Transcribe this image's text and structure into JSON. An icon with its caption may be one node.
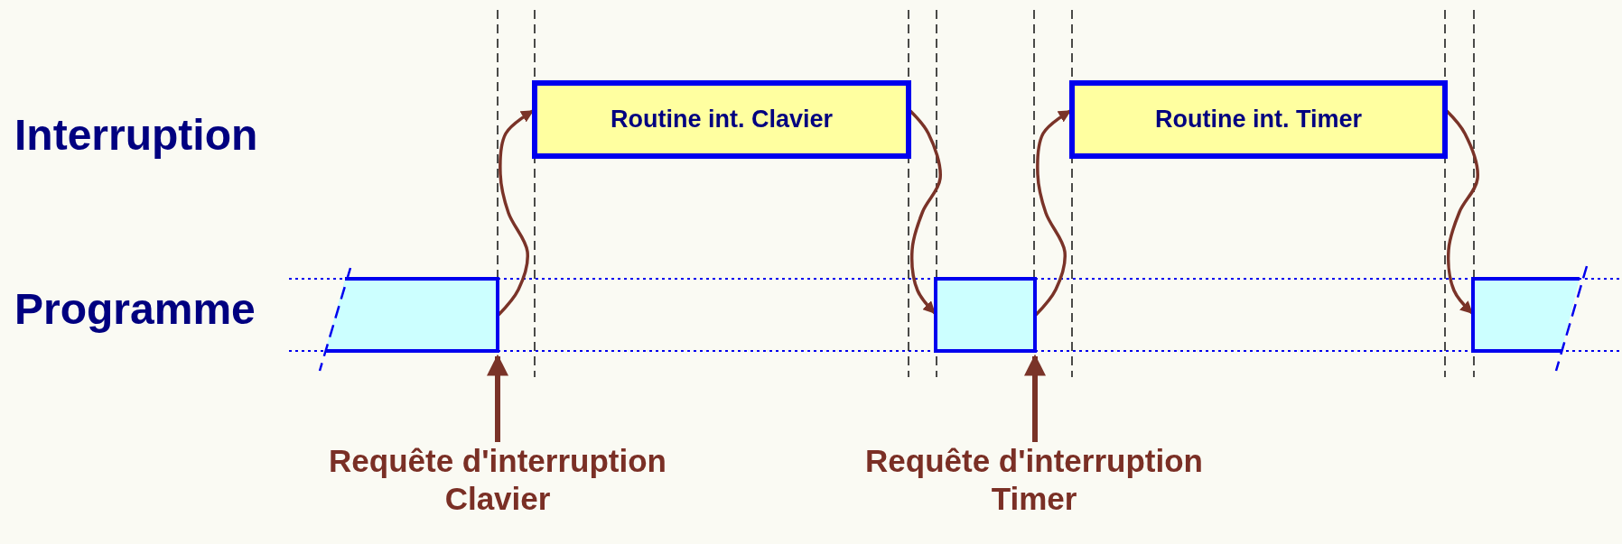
{
  "diagram": {
    "nodes": [
      {
        "text": [],
        "shape": "box"
      },
      {
        "text": [
          "Routine int. Clavier"
        ]
      },
      {
        "text": [],
        "shape": "box"
      },
      {
        "text": [
          "Routine int. Timer"
        ]
      },
      {
        "text": [],
        "shape": "box"
      },
      {
        "text": [
          "Requête d'interruption Clavier"
        ]
      },
      {
        "text": [
          "Requête d'interruption Timer"
        ]
      }
    ],
    "edges": [
      {
        "from": 0,
        "to": 1,
        "arrow": "to"
      },
      {
        "from": 1,
        "to": 2,
        "arrow": "to"
      },
      {
        "from": 2,
        "to": 3,
        "arrow": "to"
      },
      {
        "from": 3,
        "to": 4,
        "arrow": "to"
      },
      {
        "from": 5,
        "to": 0,
        "arrow": "to"
      },
      {
        "from": 6,
        "to": 2,
        "arrow": "to"
      }
    ],
    "labels": [
      "Interruption",
      "Programme"
    ]
  }
}
